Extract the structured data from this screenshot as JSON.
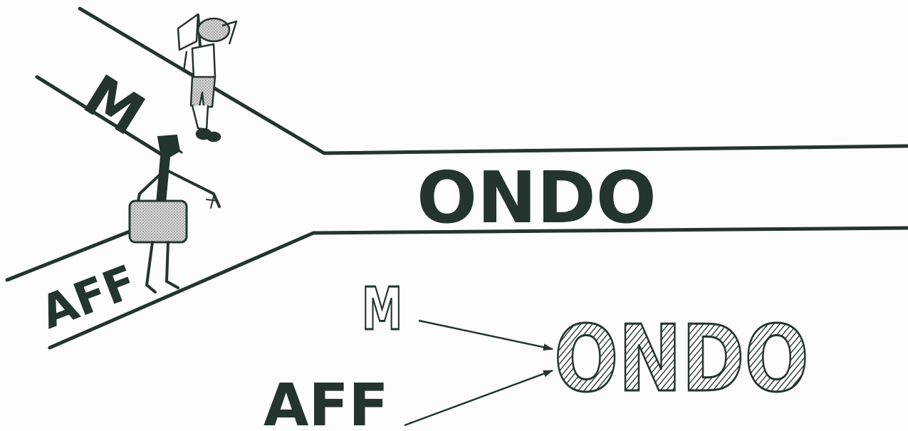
{
  "title": "",
  "labels": {
    "upper_channel": "M",
    "lower_channel": "AFF",
    "merged_channel": "ONDO",
    "legend_top": "M",
    "legend_bottom": "AFF",
    "legend_result": "ONDO"
  },
  "colors": {
    "ink": "#23352c",
    "paper": "#fdfdfc",
    "shade": "#b9b9b9"
  },
  "figures": {
    "upper": "hiker-with-flag",
    "lower": "stick-figure-with-box"
  }
}
